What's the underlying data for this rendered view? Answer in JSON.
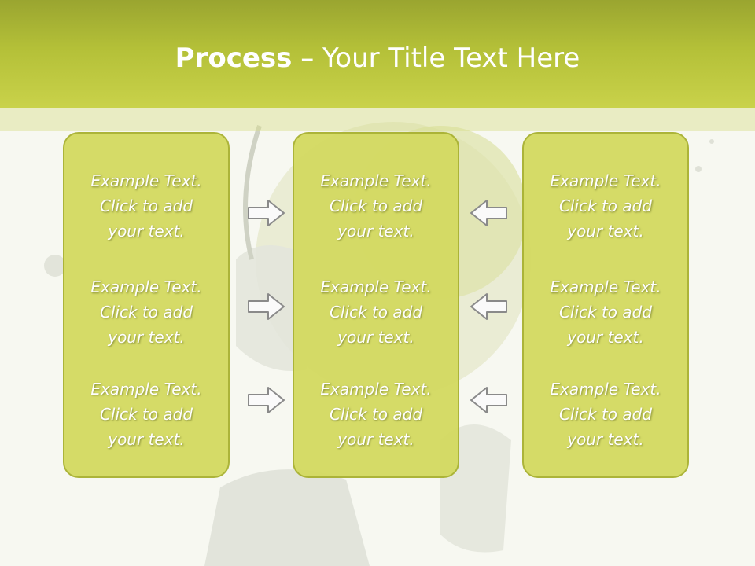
{
  "title": {
    "bold": "Process",
    "dash": " – ",
    "rest": "Your Title Text Here"
  },
  "columns": [
    {
      "items": [
        {
          "line1": "Example Text.",
          "line2": "Click  to add",
          "line3": "your text."
        },
        {
          "line1": "Example Text.",
          "line2": "Click  to add",
          "line3": "your text."
        },
        {
          "line1": "Example Text.",
          "line2": "Click  to add",
          "line3": "your text."
        }
      ]
    },
    {
      "items": [
        {
          "line1": "Example Text.",
          "line2": "Click  to add",
          "line3": "your text."
        },
        {
          "line1": "Example Text.",
          "line2": "Click  to add",
          "line3": "your text."
        },
        {
          "line1": "Example Text.",
          "line2": "Click  to add",
          "line3": "your text."
        }
      ]
    },
    {
      "items": [
        {
          "line1": "Example Text.",
          "line2": "Click  to add",
          "line3": "your text."
        },
        {
          "line1": "Example Text.",
          "line2": "Click  to add",
          "line3": "your text."
        },
        {
          "line1": "Example Text.",
          "line2": "Click  to add",
          "line3": "your text."
        }
      ]
    }
  ],
  "arrows": {
    "left_group": "arrow-right-icon",
    "right_group": "arrow-left-icon"
  },
  "colors": {
    "header": "#b4c038",
    "panel": "#d4da62",
    "panel_border": "#a9b232",
    "text": "#ffffff"
  }
}
